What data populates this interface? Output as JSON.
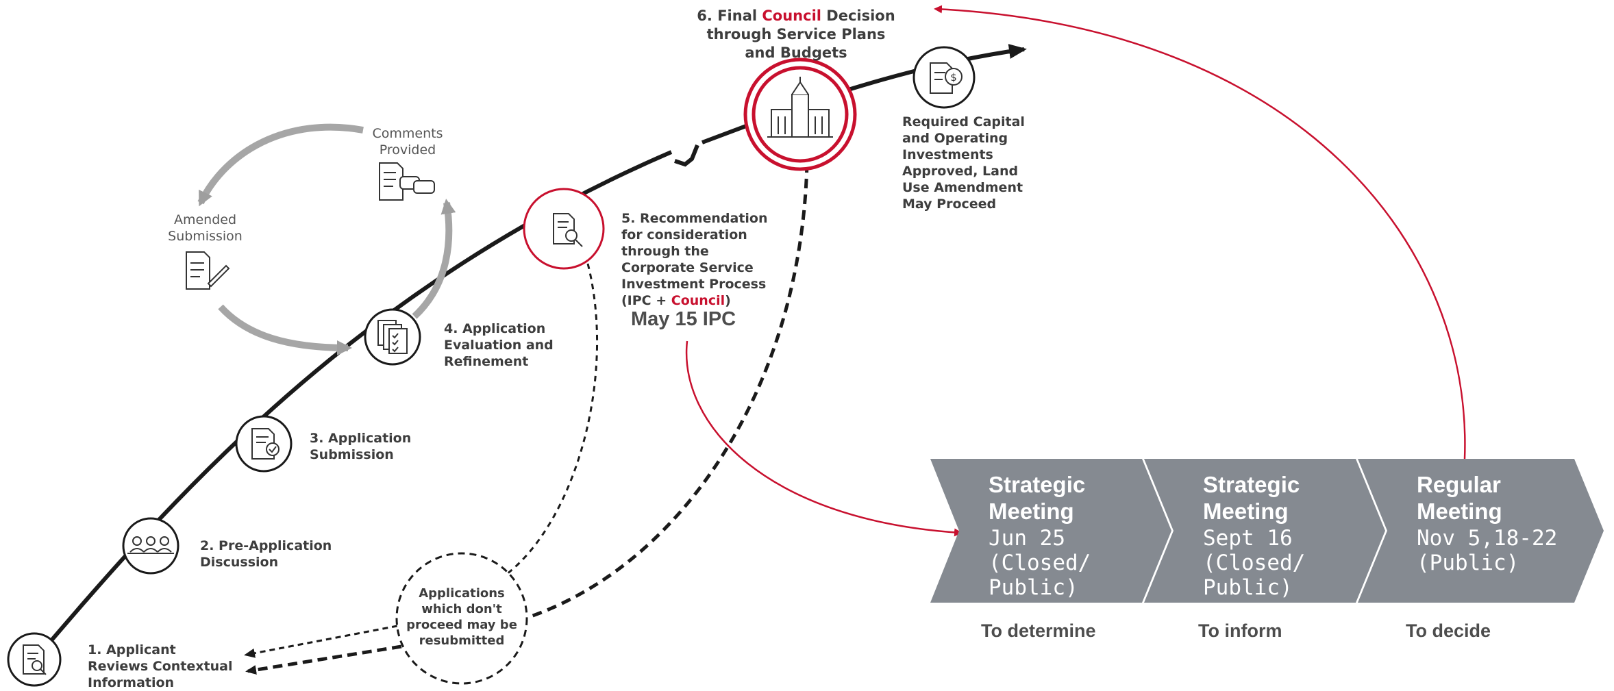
{
  "steps": {
    "step1": "1. Applicant Reviews Contextual Information",
    "step2": "2. Pre-Application Discussion",
    "step3": "3. Application Submission",
    "step4": "4. Application Evaluation and Refinement",
    "step5_prefix": "5. Recommendation for consideration through the Corporate Service Investment Process (IPC + ",
    "step5_council": "Council",
    "step5_suffix": ")",
    "step6_prefix": "6. Final ",
    "step6_council": "Council",
    "step6_suffix": " Decision through Service Plans and Budgets"
  },
  "loop": {
    "comments": "Comments Provided",
    "amended": "Amended Submission"
  },
  "outcome": "Required Capital and Operating Investments Approved, Land Use Amendment May Proceed",
  "resubmit": "Applications which don't proceed may be resubmitted",
  "ipc_label": "May 15 IPC",
  "meetings": [
    {
      "title": "Strategic Meeting",
      "date": "Jun 25 (Closed/ Public)",
      "purpose": "To determine"
    },
    {
      "title": "Strategic Meeting",
      "date": "Sept 16 (Closed/ Public)",
      "purpose": "To inform"
    },
    {
      "title": "Regular Meeting",
      "date": "Nov 5,18-22 (Public)",
      "purpose": "To decide"
    }
  ],
  "colors": {
    "accent": "#c8102e",
    "chevron": "#858a91",
    "path": "#1a1a1a",
    "loop": "#9e9e9e"
  },
  "icons": [
    "search-document-icon",
    "meeting-people-icon",
    "document-check-icon",
    "checklist-documents-icon",
    "document-chat-icon",
    "document-pen-icon",
    "magnifier-document-icon",
    "city-hall-icon",
    "dollar-document-icon"
  ]
}
